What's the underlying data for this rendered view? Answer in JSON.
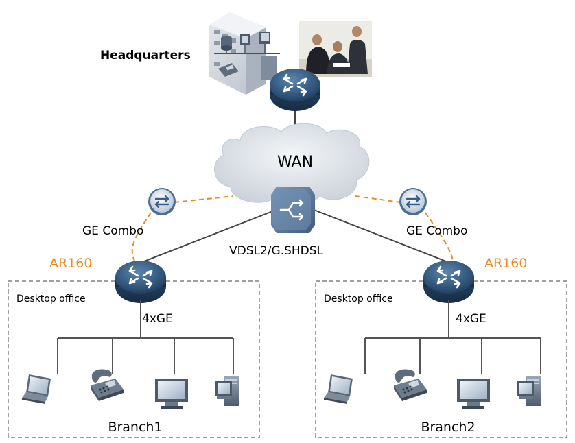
{
  "labels": {
    "headquarters": "Headquarters",
    "wan": "WAN",
    "ge_combo_left": "GE Combo",
    "ge_combo_right": "GE Combo",
    "dsl": "VDSL2/G.SHDSL",
    "ar_left": "AR160",
    "ar_right": "AR160",
    "office_left": "Desktop office",
    "office_right": "Desktop office",
    "ports_left": "4xGE",
    "ports_right": "4xGE",
    "branch1": "Branch1",
    "branch2": "Branch2"
  },
  "colors": {
    "accent_orange": "#ec8a1e",
    "router_blue": "#3a5f86",
    "line_gray": "#444444"
  },
  "icons": [
    "building-icon",
    "people-photo",
    "router-icon",
    "cloud-icon",
    "dsl-switch-icon",
    "wireless-modem-icon",
    "laptop-icon",
    "ip-phone-icon",
    "monitor-icon",
    "desktop-pc-icon"
  ]
}
